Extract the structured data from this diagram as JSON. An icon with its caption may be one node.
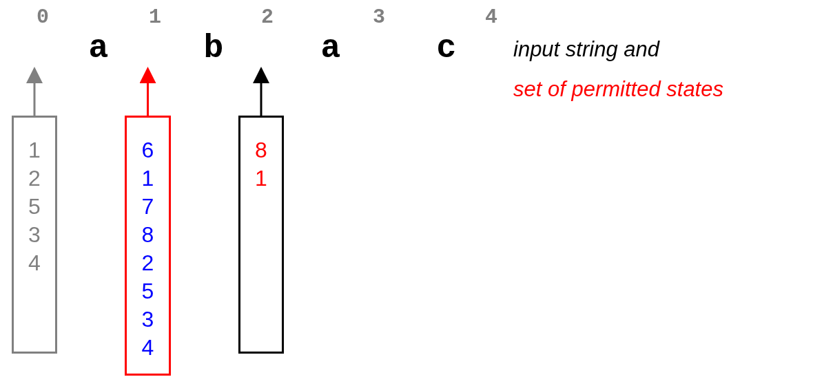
{
  "diagram": {
    "nodes": [
      {
        "text": [
          "0"
        ]
      },
      {
        "text": [
          "1"
        ]
      },
      {
        "text": [
          "2"
        ]
      },
      {
        "text": [
          "3"
        ]
      },
      {
        "text": [
          "4"
        ]
      },
      {
        "text": [
          "1 2 5 3 4"
        ]
      },
      {
        "text": [
          "6 1 7 8 2 5 3 4"
        ]
      },
      {
        "text": [
          "8 1"
        ]
      }
    ],
    "edges": [
      {
        "from": 5,
        "to": 0,
        "arrow": "to",
        "color": "#808080"
      },
      {
        "from": 6,
        "to": 1,
        "arrow": "to",
        "color": "#ff0000"
      },
      {
        "from": 7,
        "to": 2,
        "arrow": "to",
        "color": "#000000"
      }
    ],
    "labels": [
      "a",
      "b",
      "a",
      "c",
      "input string and",
      "set of permitted states"
    ]
  }
}
